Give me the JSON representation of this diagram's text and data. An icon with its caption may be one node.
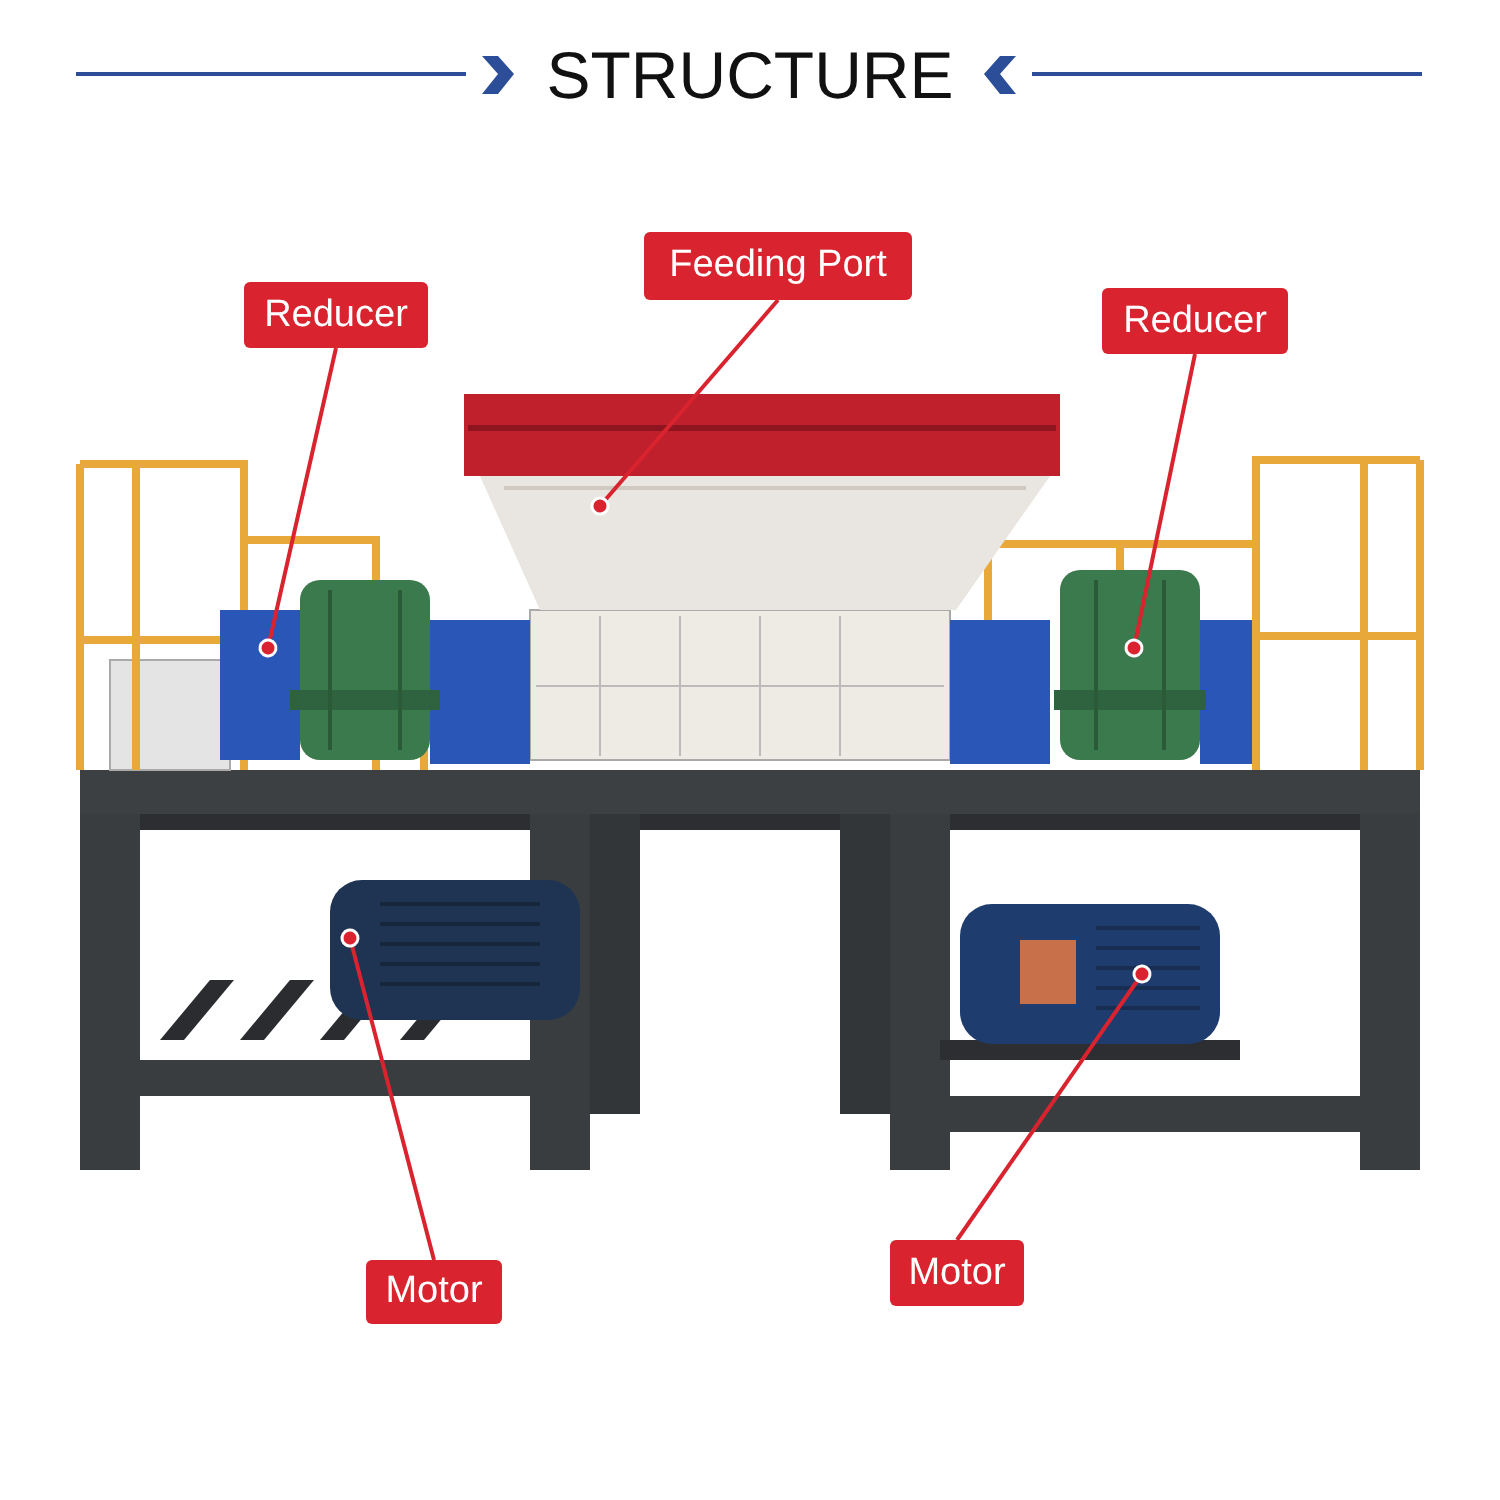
{
  "diagram": {
    "title": "STRUCTURE",
    "nodes": [
      {
        "text": [
          "Reducer"
        ]
      },
      {
        "text": [
          "Feeding Port"
        ]
      },
      {
        "text": [
          "Reducer"
        ]
      },
      {
        "text": [
          "Motor"
        ]
      },
      {
        "text": [
          "Motor"
        ]
      },
      {
        "text": [],
        "shape": "picture"
      },
      {
        "text": [],
        "shape": "picture"
      },
      {
        "text": [],
        "shape": "picture"
      },
      {
        "text": [],
        "shape": "picture"
      },
      {
        "text": [],
        "shape": "picture"
      }
    ],
    "edges": [
      {
        "from": 0,
        "to": 5,
        "arrow": "other"
      },
      {
        "from": 1,
        "to": 6,
        "arrow": "other"
      },
      {
        "from": 2,
        "to": 7,
        "arrow": "other"
      },
      {
        "from": 3,
        "to": 8,
        "arrow": "other"
      },
      {
        "from": 4,
        "to": 9,
        "arrow": "other"
      }
    ]
  }
}
